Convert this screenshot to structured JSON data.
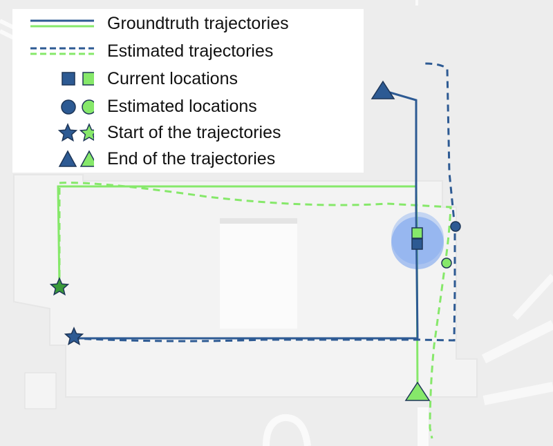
{
  "colors": {
    "blue": "#2d5a93",
    "blue_dark": "#1d3557",
    "green": "#86e86a",
    "green_dark": "#3a9a3a",
    "uncertainty": "#7aa4ee"
  },
  "legend": {
    "groundtruth": "Groundtruth trajectories",
    "estimated": "Estimated trajectories",
    "current": "Current locations",
    "estimated_locations": "Estimated locations",
    "start": "Start of the trajectories",
    "end": "End of the trajectories"
  },
  "trajectories": {
    "blue_groundtruth": {
      "marker_start": "star-icon",
      "marker_end": "triangle-icon"
    },
    "green_groundtruth": {
      "marker_start": "star-icon",
      "marker_end": "triangle-icon"
    }
  }
}
